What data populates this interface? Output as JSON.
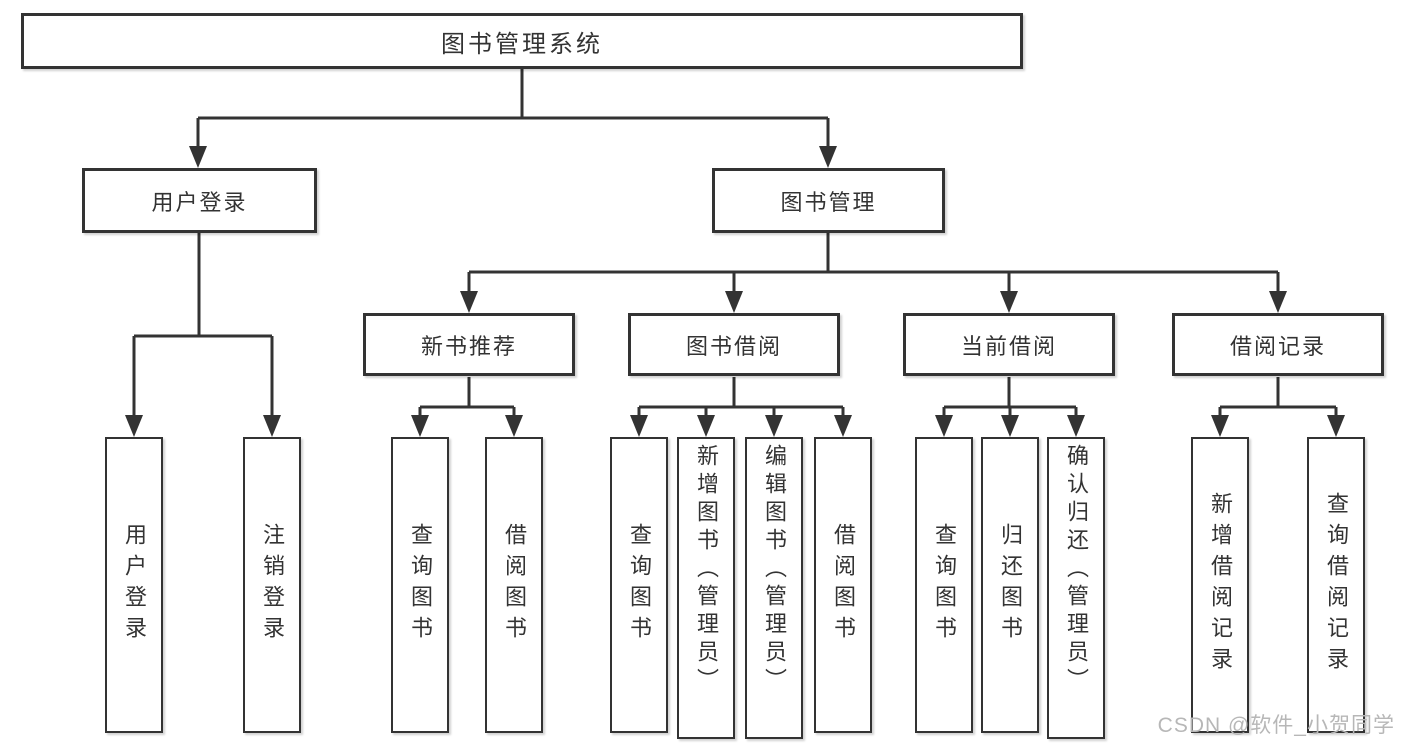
{
  "diagram_type": "hierarchy-chart",
  "colors": {
    "line": "#333333",
    "border": "#333333",
    "text": "#333333",
    "box_background": "#ffffff",
    "watermark": "#b7b7b7"
  },
  "watermark": {
    "text": "CSDN @软件_小贺同学"
  },
  "tree": {
    "root": {
      "label": "图书管理系统"
    },
    "user": {
      "label": "用户登录",
      "children": {
        "login": {
          "label": "用户登录"
        },
        "logout": {
          "label": "注销登录"
        }
      }
    },
    "book": {
      "label": "图书管理",
      "children": {
        "recommend": {
          "label": "新书推荐",
          "children": {
            "query": {
              "label": "查询图书"
            },
            "borrow": {
              "label": "借阅图书"
            }
          }
        },
        "borrow": {
          "label": "图书借阅",
          "children": {
            "query": {
              "label": "查询图书"
            },
            "add": {
              "label": "新增图书（管理员）"
            },
            "edit": {
              "label": "编辑图书（管理员）"
            },
            "borrow": {
              "label": "借阅图书"
            }
          }
        },
        "current": {
          "label": "当前借阅",
          "children": {
            "query": {
              "label": "查询图书"
            },
            "return": {
              "label": "归还图书"
            },
            "confirm": {
              "label": "确认归还（管理员）"
            }
          }
        },
        "records": {
          "label": "借阅记录",
          "children": {
            "add": {
              "label": "新增借阅记录"
            },
            "query": {
              "label": "查询借阅记录"
            }
          }
        }
      }
    }
  }
}
